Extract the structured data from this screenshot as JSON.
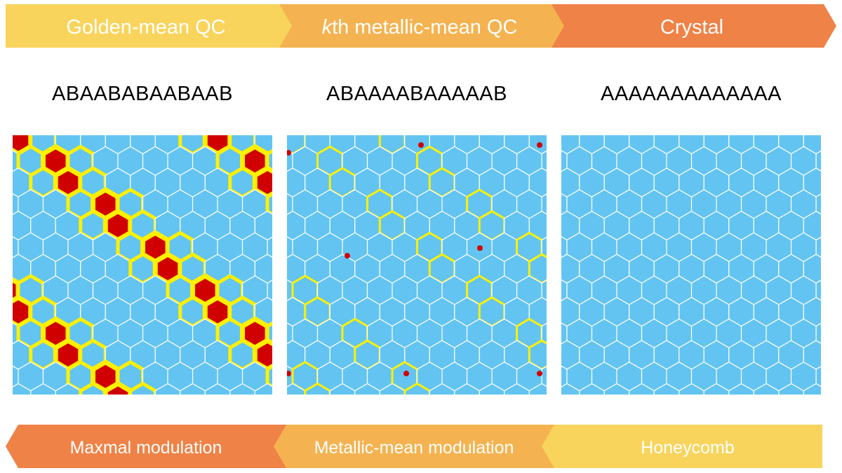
{
  "stages": [
    {
      "label_prefix": "",
      "label_italic": "",
      "label_text": "Golden-mean QC",
      "sequence": "ABAABABAABAAB",
      "bottom_label": "Maxmal modulation",
      "color": "#F9D45C"
    },
    {
      "label_prefix": "",
      "label_italic": "k",
      "label_text": "th metallic-mean QC",
      "sequence": "ABAAAABAAAAAB",
      "bottom_label": "Metallic-mean modulation",
      "color": "#F4B350"
    },
    {
      "label_prefix": "",
      "label_italic": "",
      "label_text": "Crystal",
      "sequence": "AAAAAAAAAAAAA",
      "bottom_label": "Honeycomb",
      "color": "#EF8247"
    }
  ],
  "bottom_colors": [
    "#EF8247",
    "#F4B350",
    "#F9D45C"
  ],
  "panel_colors": {
    "background": "#63C4F2",
    "edge": "#FFFFFF",
    "modulation": "#FFF000",
    "defect": "#D00000"
  }
}
